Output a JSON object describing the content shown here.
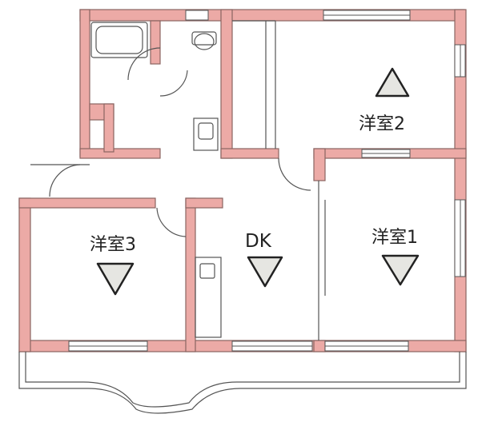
{
  "rooms": [
    {
      "label": "洋室2"
    },
    {
      "label": "洋室1"
    },
    {
      "label": "洋室3"
    },
    {
      "label": "DK"
    }
  ],
  "colors": {
    "wall": "#ecaaa6",
    "wall_outline": "#7a5a58",
    "line": "#555555",
    "fixture_fill": "#ffffff",
    "marker_fill": "#e6e6e2",
    "marker_stroke": "#222222"
  },
  "legend": {
    "up_triangle": "up-marker-icon",
    "down_triangle": "down-marker-icon"
  }
}
